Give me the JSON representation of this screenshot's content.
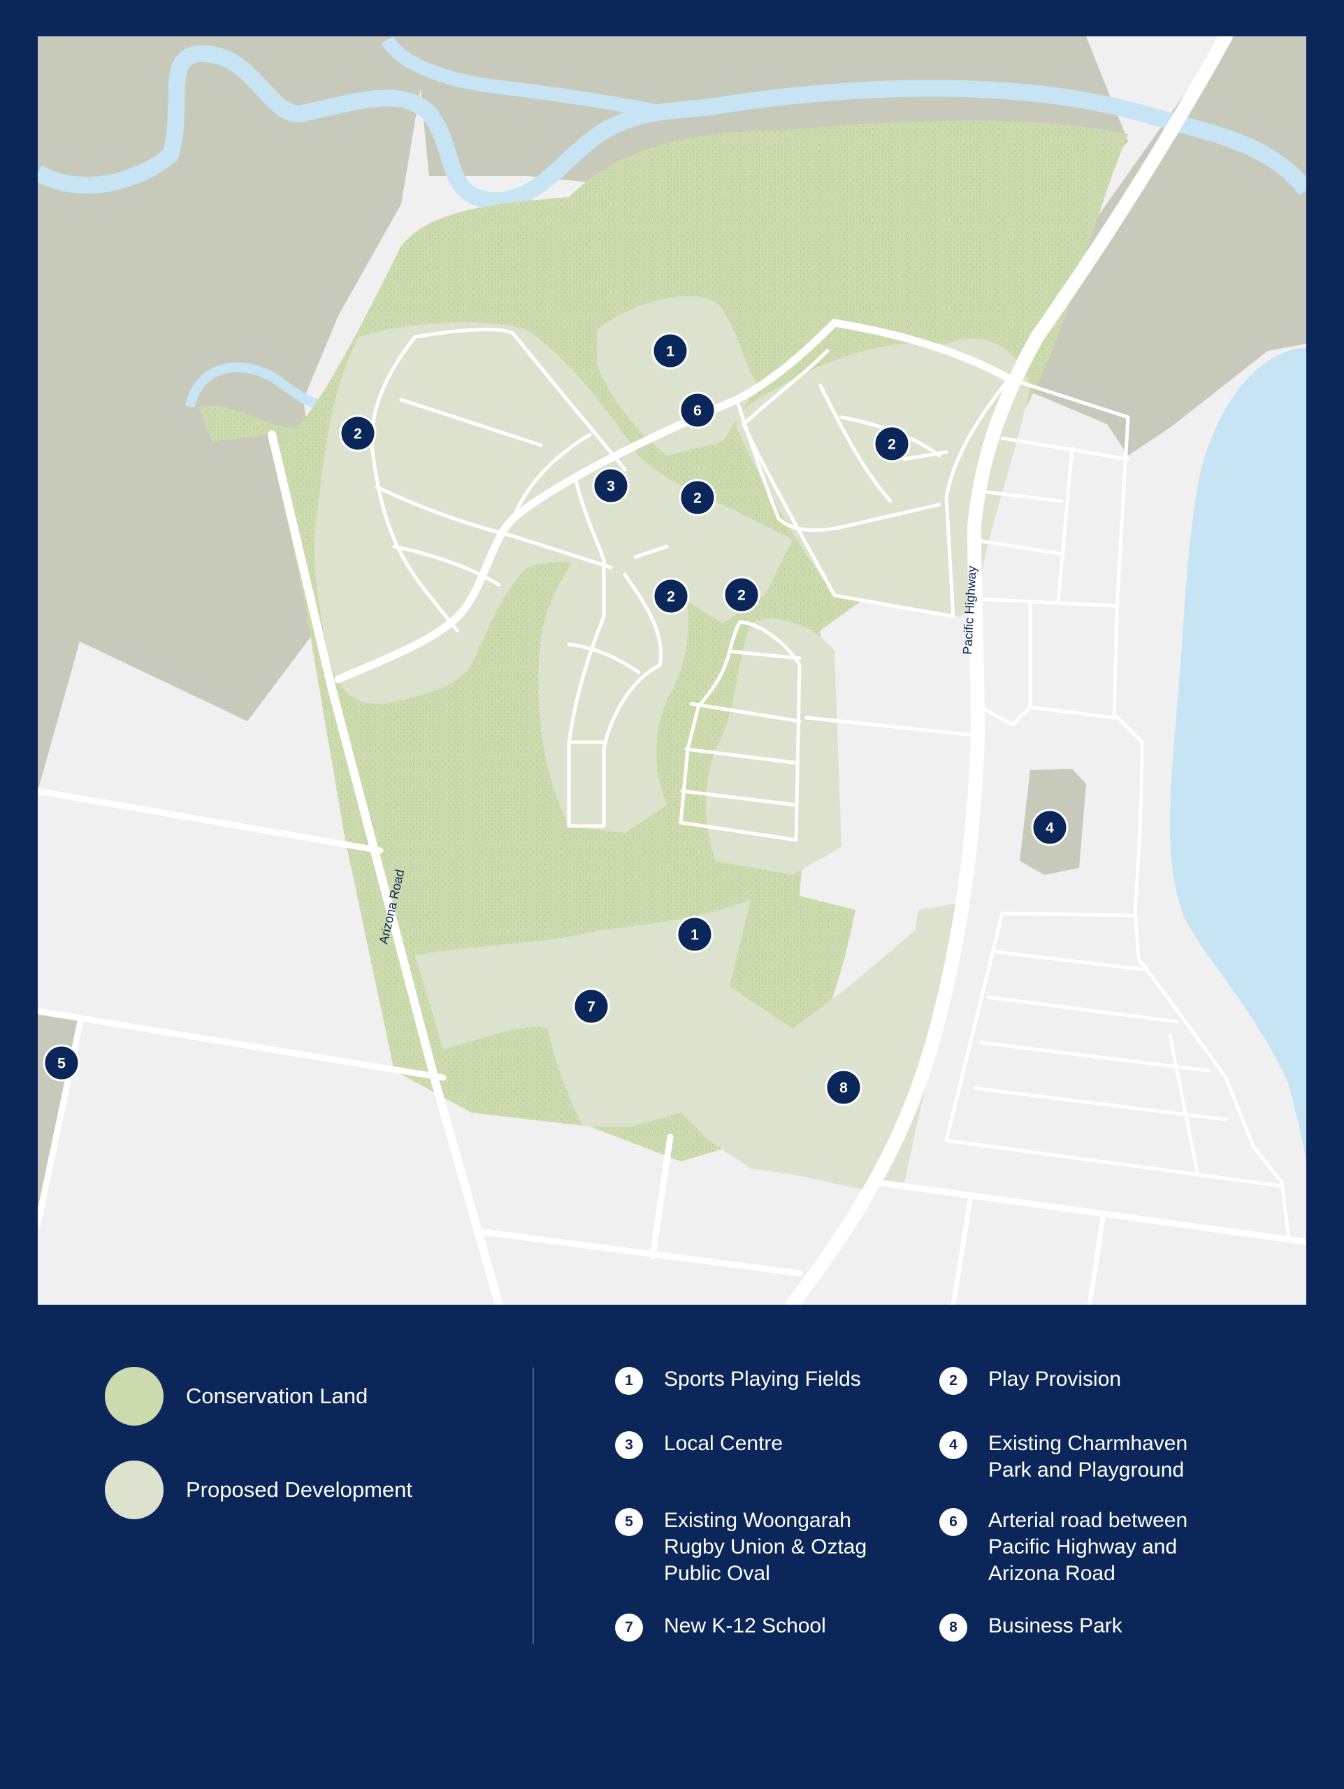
{
  "map": {
    "roads": {
      "arizona": "Arizona Road",
      "pacific": "Pacific Highway"
    },
    "markers": [
      {
        "id": "1",
        "name": "marker-sports-fields-north"
      },
      {
        "id": "6",
        "name": "marker-arterial-road"
      },
      {
        "id": "2",
        "name": "marker-play-west"
      },
      {
        "id": "2",
        "name": "marker-play-east"
      },
      {
        "id": "3",
        "name": "marker-local-centre"
      },
      {
        "id": "2",
        "name": "marker-play-centre"
      },
      {
        "id": "2",
        "name": "marker-play-south-centre"
      },
      {
        "id": "2",
        "name": "marker-play-south"
      },
      {
        "id": "4",
        "name": "marker-charmhaven-park"
      },
      {
        "id": "1",
        "name": "marker-sports-fields-south"
      },
      {
        "id": "7",
        "name": "marker-school"
      },
      {
        "id": "5",
        "name": "marker-woongarah-oval"
      },
      {
        "id": "8",
        "name": "marker-business-park"
      }
    ],
    "colors": {
      "water": "#c6e4f4",
      "existing_land": "#c7cabb",
      "conservation": "#ccdbae",
      "development": "#dde2cf",
      "urban": "#f0f0f0",
      "road": "#ffffff",
      "marker": "#0b2659"
    }
  },
  "legend": {
    "swatches": [
      {
        "label": "Conservation Land",
        "color": "#ccdbae"
      },
      {
        "label": "Proposed Development",
        "color": "#dde2cf"
      }
    ],
    "items": [
      {
        "num": "1",
        "label": "Sports Playing Fields"
      },
      {
        "num": "2",
        "label": "Play Provision"
      },
      {
        "num": "3",
        "label": "Local Centre"
      },
      {
        "num": "4",
        "label": "Existing Charmhaven\nPark and Playground"
      },
      {
        "num": "5",
        "label": "Existing Woongarah\nRugby Union & Oztag\nPublic Oval"
      },
      {
        "num": "6",
        "label": "Arterial road between\nPacific Highway and\nArizona Road"
      },
      {
        "num": "7",
        "label": "New K-12 School"
      },
      {
        "num": "8",
        "label": "Business Park"
      }
    ]
  }
}
